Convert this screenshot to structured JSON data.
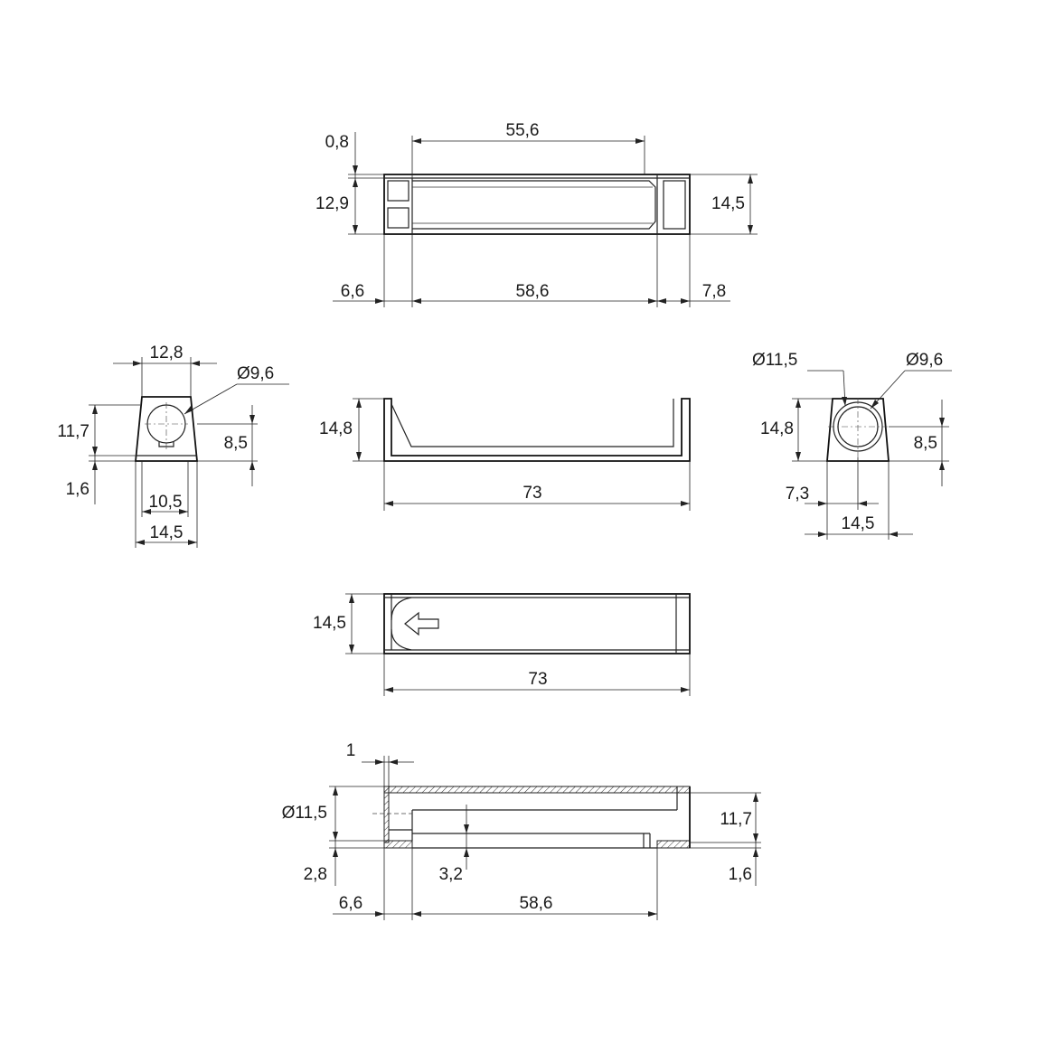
{
  "views": {
    "top": {
      "dims": {
        "d0_8": "0,8",
        "d55_6": "55,6",
        "d12_9": "12,9",
        "d14_5": "14,5",
        "d6_6": "6,6",
        "d58_6": "58,6",
        "d7_8": "7,8"
      }
    },
    "left": {
      "dims": {
        "d12_8": "12,8",
        "dia9_6": "Ø9,6",
        "d11_7": "11,7",
        "d8_5": "8,5",
        "d1_6": "1,6",
        "d10_5": "10,5",
        "d14_5": "14,5"
      }
    },
    "front": {
      "dims": {
        "d14_8": "14,8",
        "d73": "73"
      }
    },
    "right": {
      "dims": {
        "dia11_5": "Ø11,5",
        "dia9_6": "Ø9,6",
        "d14_8": "14,8",
        "d8_5": "8,5",
        "d7_3": "7,3",
        "d14_5": "14,5"
      }
    },
    "bottom": {
      "dims": {
        "d14_5": "14,5",
        "d73": "73"
      }
    },
    "section": {
      "dims": {
        "d1": "1",
        "dia11_5": "Ø11,5",
        "d11_7": "11,7",
        "d2_8": "2,8",
        "d3_2": "3,2",
        "d1_6": "1,6",
        "d6_6": "6,6",
        "d58_6": "58,6"
      }
    }
  }
}
